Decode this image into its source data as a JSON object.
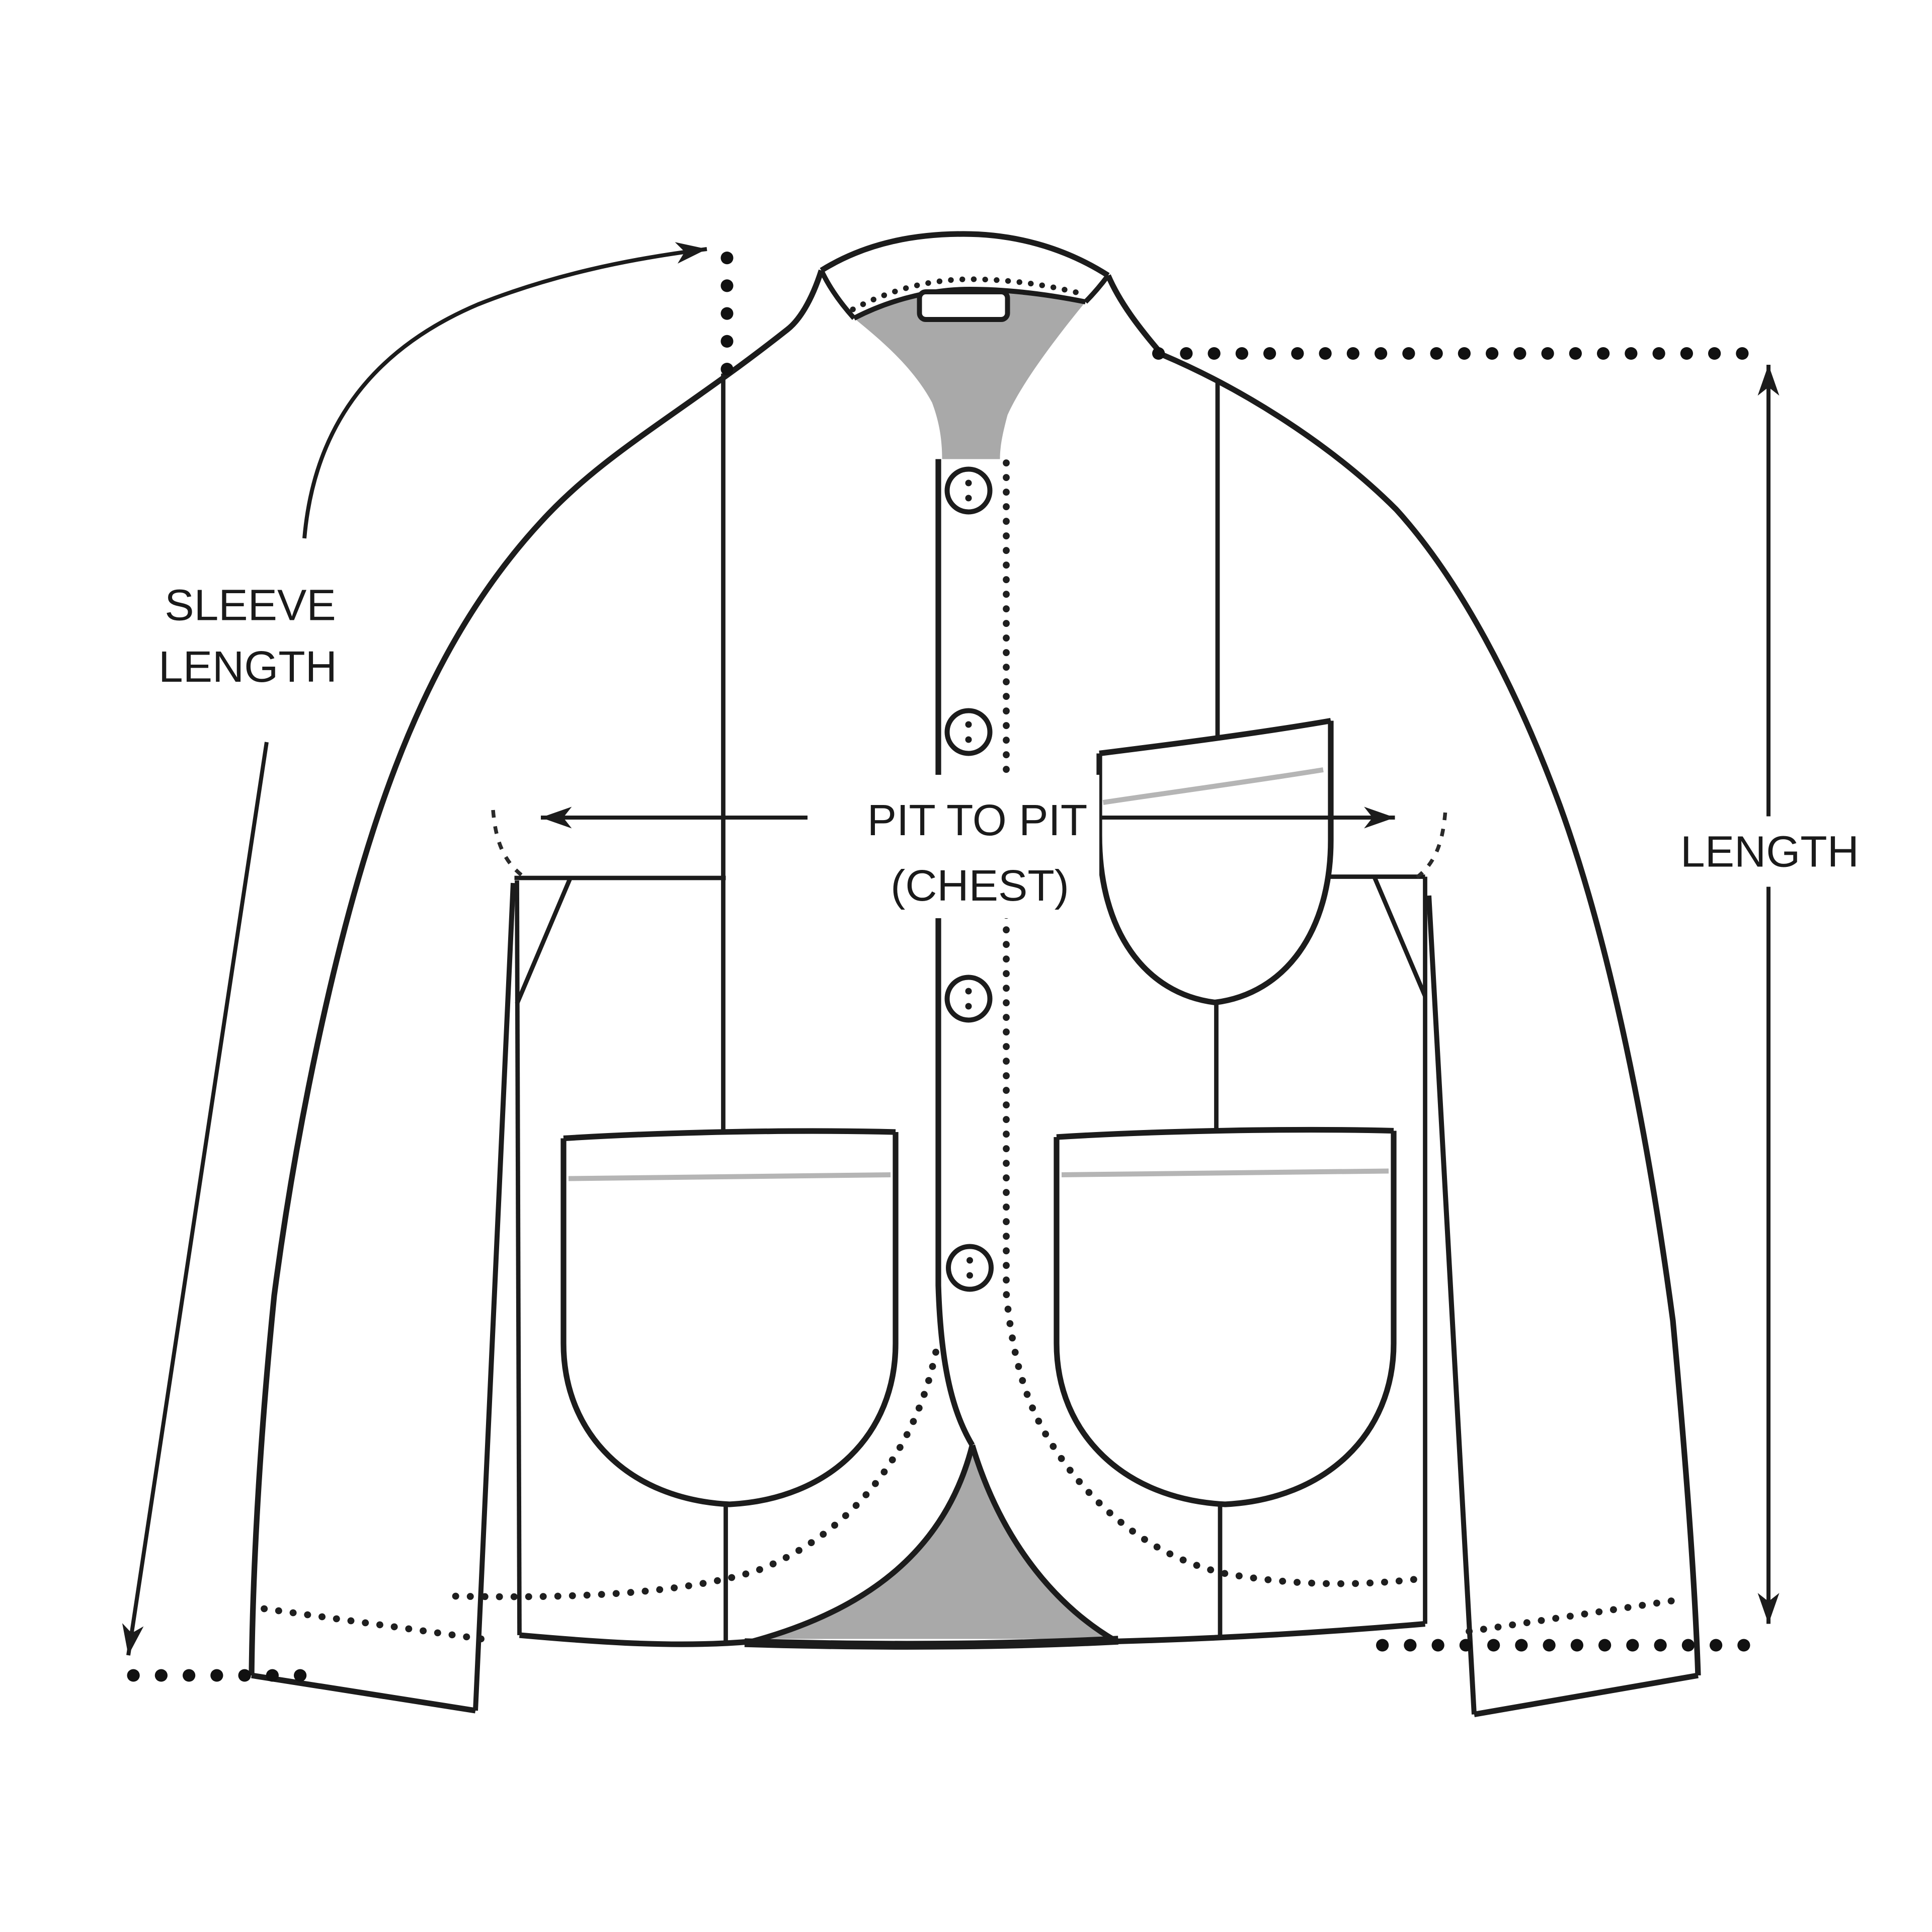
{
  "diagram": {
    "type": "garment-measurement-diagram",
    "background_color": "#ffffff",
    "line_color": "#1c1c1c",
    "lining_gray": "#a9a9a9",
    "stitch_gray": "#b5b5b5",
    "text_color": "#1a1a1a",
    "garment": {
      "view": "jacket front",
      "button_count": 4,
      "patch_pocket_count": 3,
      "collar_style": "band collar with hanging loop"
    },
    "annotations": {
      "sleeve_length": {
        "line1": "SLEEVE",
        "line2": "LENGTH"
      },
      "pit_to_pit": {
        "line1": "PIT TO PIT",
        "line2": "(CHEST)"
      },
      "length": {
        "label": "LENGTH"
      }
    }
  }
}
